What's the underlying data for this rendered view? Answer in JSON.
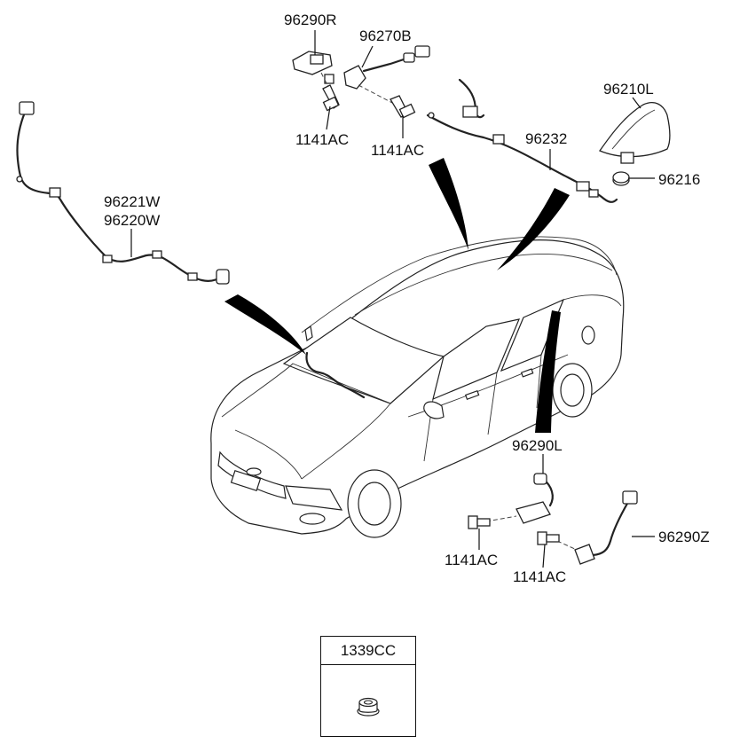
{
  "labels": {
    "p96290R": "96290R",
    "p96270B": "96270B",
    "p96210L": "96210L",
    "p96232": "96232",
    "p96216": "96216",
    "p96221W": "96221W",
    "p96220W": "96220W",
    "p1141AC_a": "1141AC",
    "p1141AC_b": "1141AC",
    "p96290L": "96290L",
    "p1141AC_c": "1141AC",
    "p1141AC_d": "1141AC",
    "p96290Z": "96290Z"
  },
  "legend": {
    "part": "1339CC"
  },
  "icons": [
    "shark-fin-antenna-icon",
    "bolt-icon",
    "nut-icon",
    "wiring-harness-icon",
    "car-icon"
  ]
}
